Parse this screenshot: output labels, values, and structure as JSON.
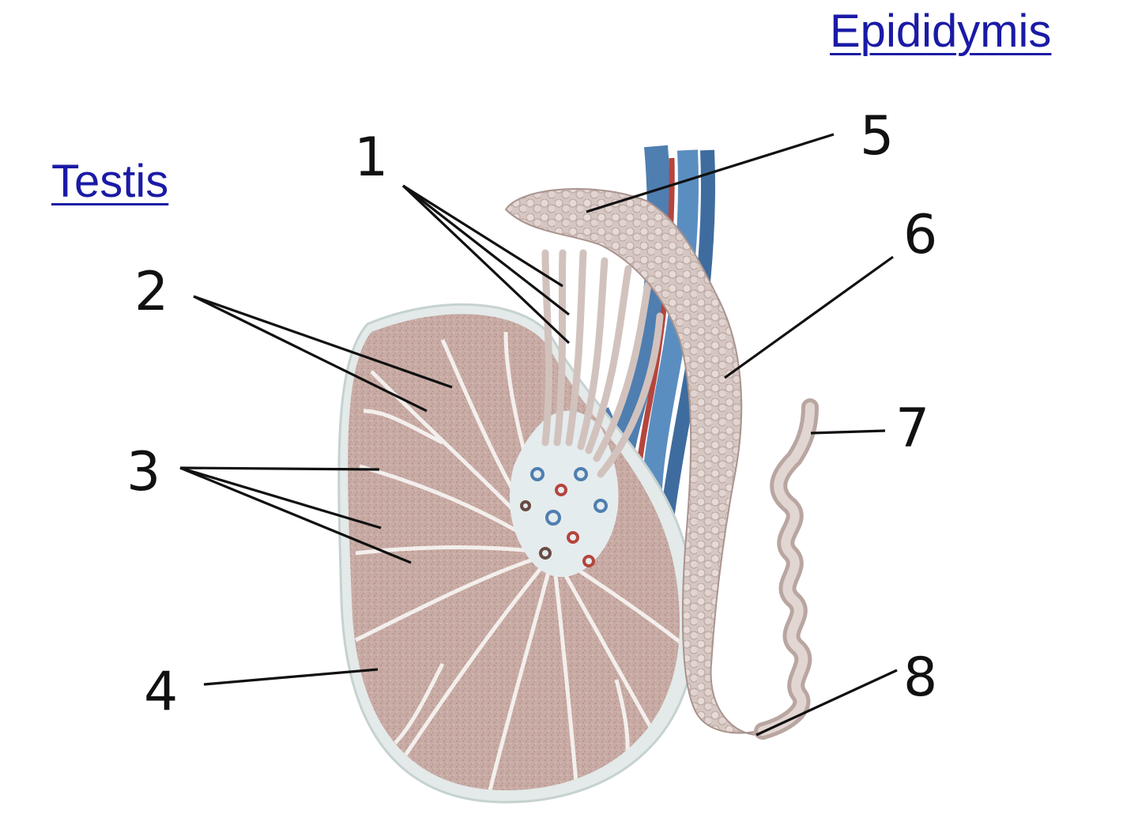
{
  "headings": {
    "epididymis": "Epididymis",
    "testis": "Testis"
  },
  "labels": {
    "l1": "1",
    "l2": "2",
    "l3": "3",
    "l4": "4",
    "l5": "5",
    "l6": "6",
    "l7": "7",
    "l8": "8"
  },
  "colors": {
    "link": "#1a1aa6",
    "tissue": "#c9ada6",
    "septa": "#f1ecea",
    "capsule": "#dfe7e6",
    "vein": "#4f7eb0",
    "artery": "#b5453d",
    "duct": "#d8c8c3"
  }
}
